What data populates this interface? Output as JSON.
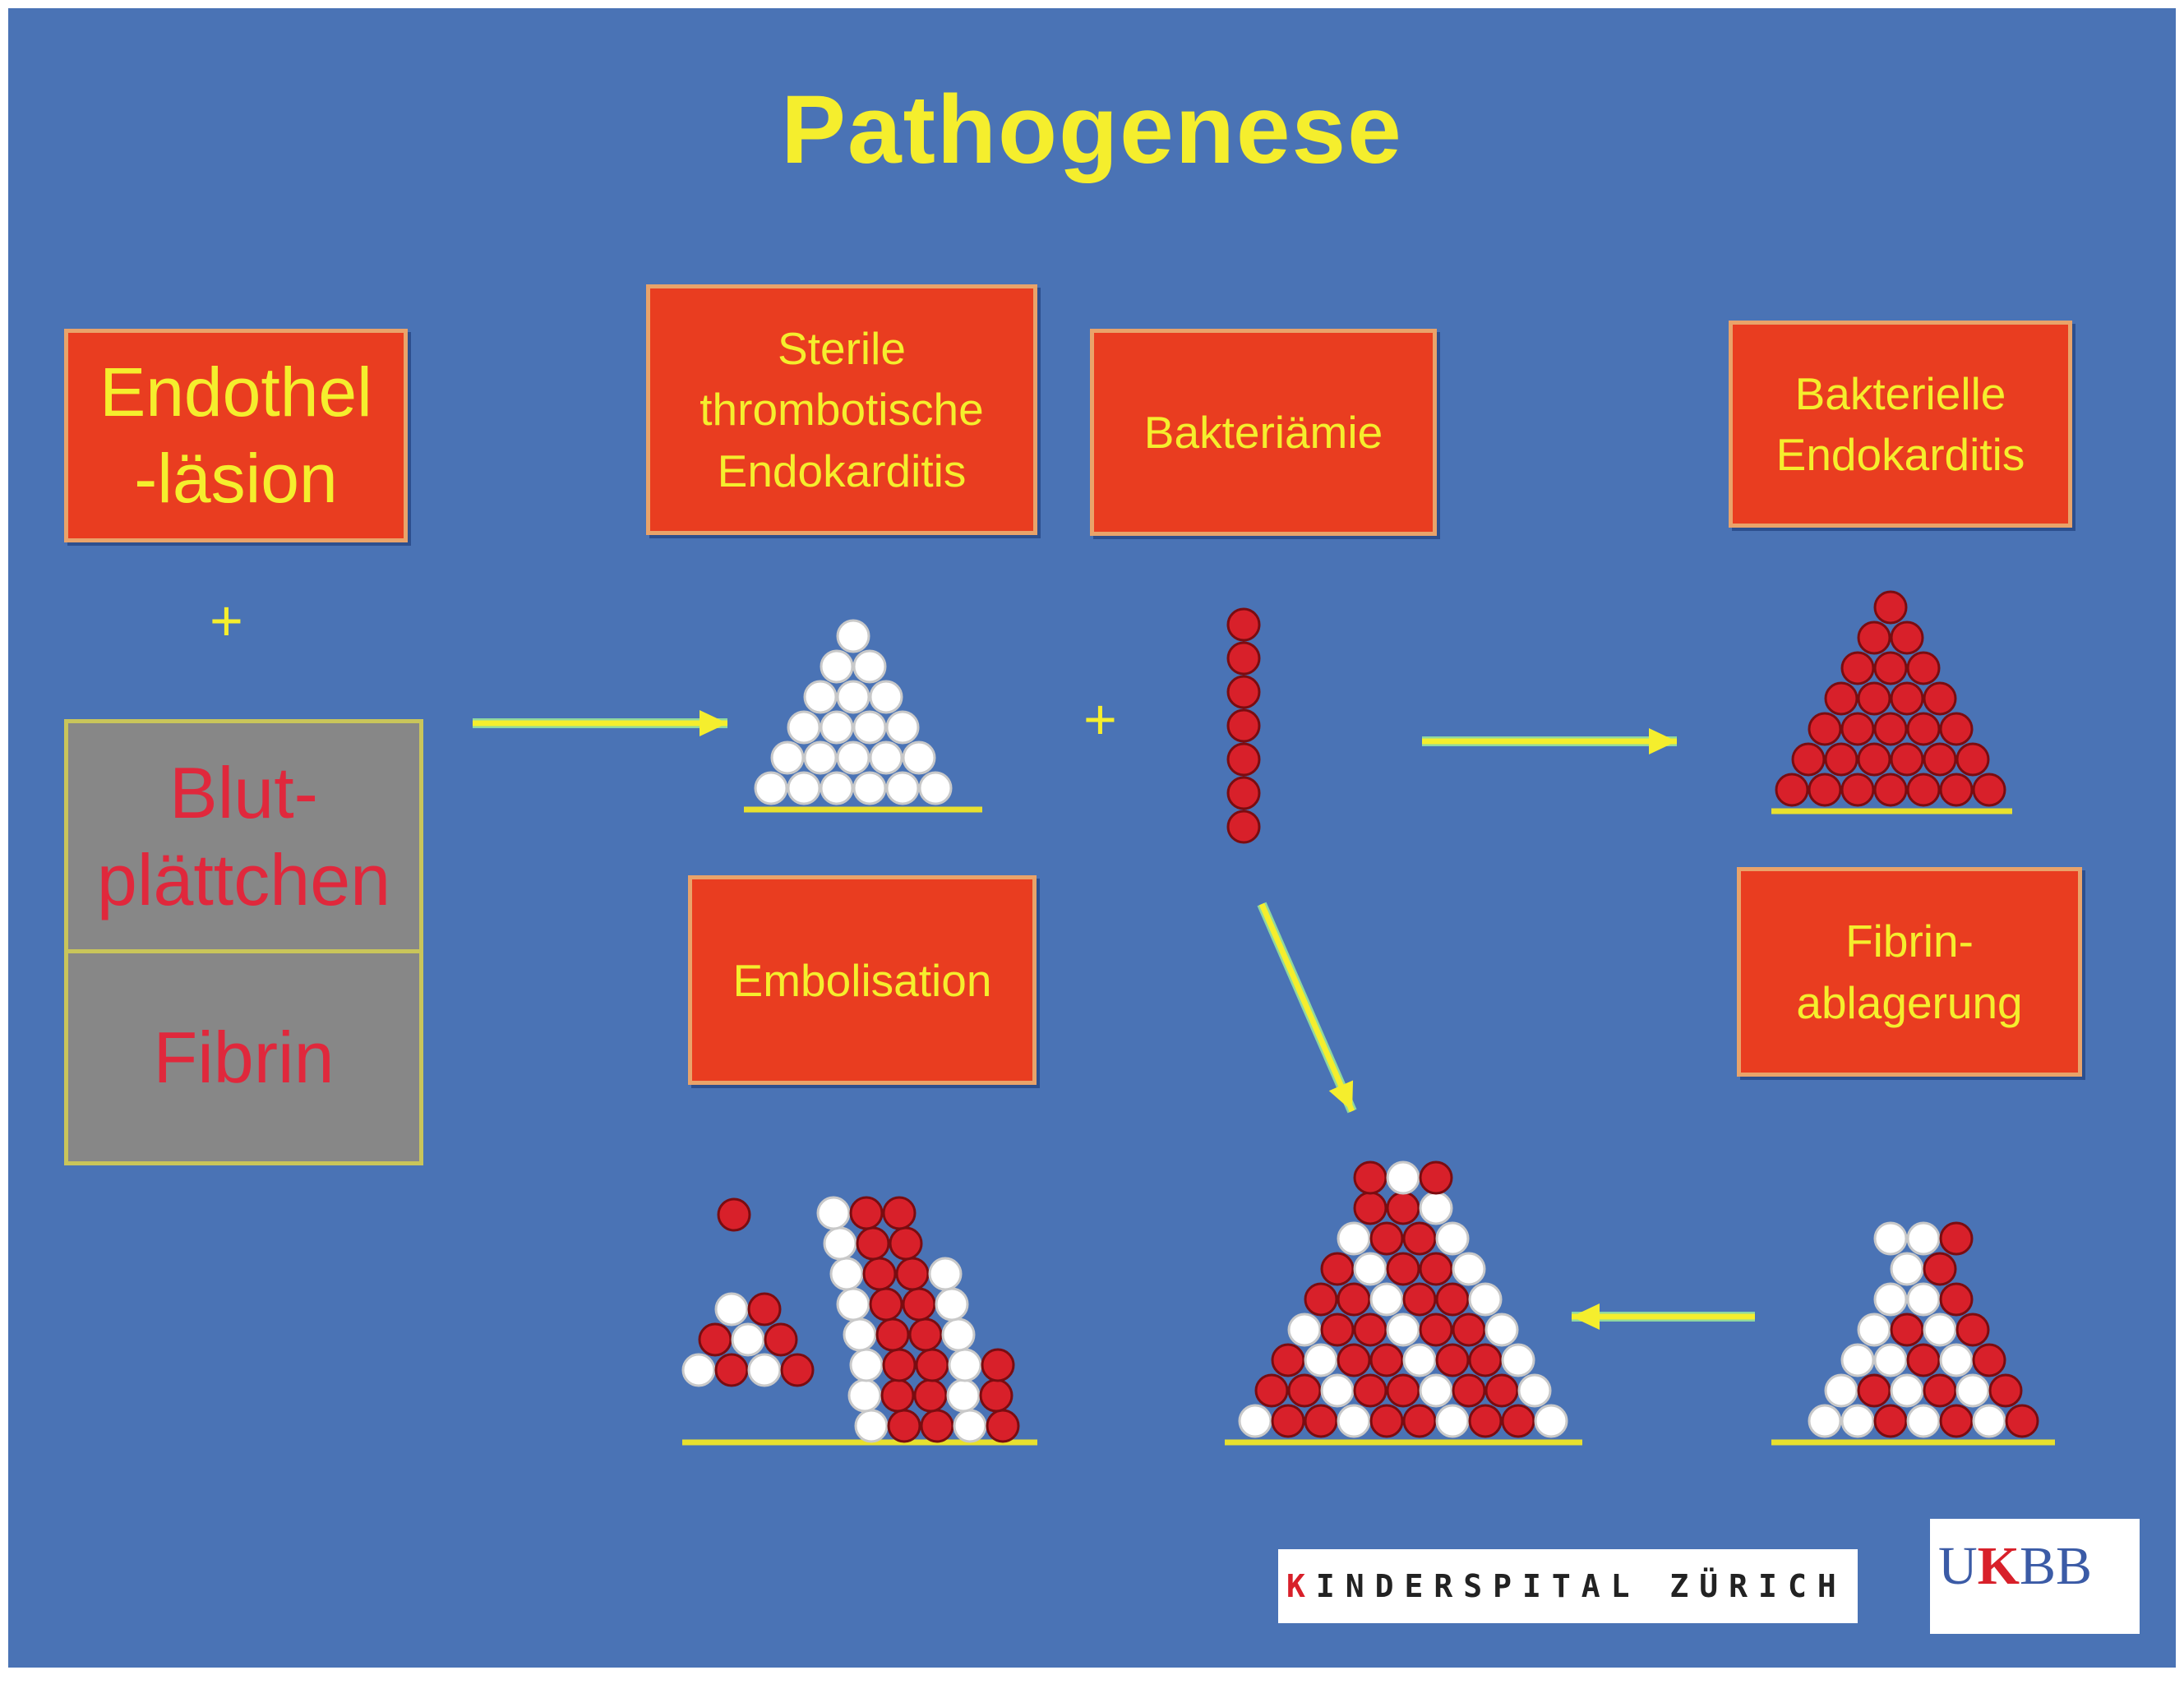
{
  "title": "Pathogenese",
  "boxes": {
    "endothel": "Endothel\n-läsion",
    "sterile": "Sterile\nthrombotische\nEndokarditis",
    "bakteriaemie": "Bakteriämie",
    "bakterielle": "Bakterielle\nEndokarditis",
    "embolisation": "Embolisation",
    "fibrin_ablagerung": "Fibrin-\nablagerung"
  },
  "gray_box": {
    "top": "Blut-\nplättchen",
    "bottom": "Fibrin"
  },
  "plus_signs": [
    "+",
    "+"
  ],
  "logos": {
    "kinderspital_prefix": "K",
    "kinderspital_rest": "INDERSPITAL ZÜRICH",
    "ukbb_u": "U",
    "ukbb_k": "K",
    "ukbb_bb": "BB"
  },
  "colors": {
    "background": "#4a73b5",
    "title": "#f5ee2d",
    "box_fill": "#e93d20",
    "box_text": "#f5ee2d",
    "gray_box": "#878787",
    "gray_text": "#e0283c",
    "arrow": "#f5ee2d",
    "red_cell": "#d8202a",
    "white_cell": "#ffffff"
  }
}
